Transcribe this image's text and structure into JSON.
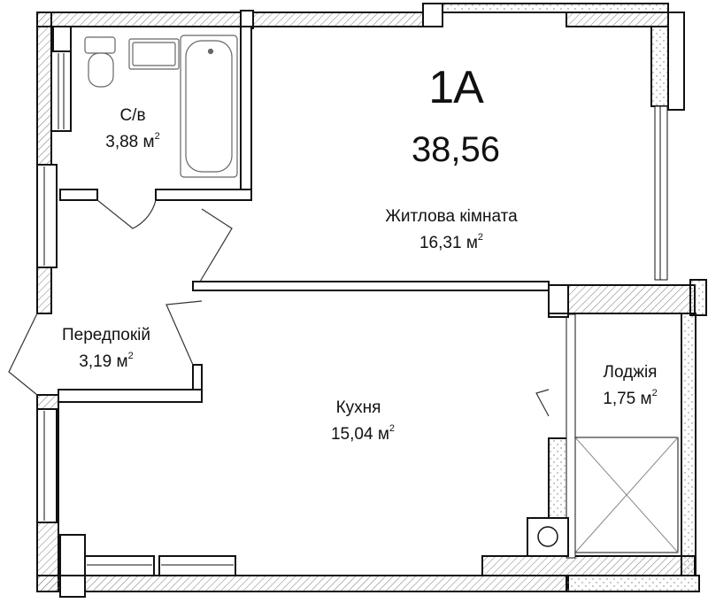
{
  "plan": {
    "apartment_type": "1А",
    "total_area": "38,56",
    "unit": "м",
    "unit_power": "2"
  },
  "rooms": {
    "bathroom": {
      "name": "С/в",
      "area": "3,88"
    },
    "living": {
      "name": "Житлова кімната",
      "area": "16,31"
    },
    "hallway": {
      "name": "Передпокій",
      "area": "3,19"
    },
    "kitchen": {
      "name": "Кухня",
      "area": "15,04"
    },
    "loggia": {
      "name": "Лоджія",
      "area": "1,75"
    }
  },
  "colors": {
    "wall": "#111111",
    "hatch": "#8a8a8a",
    "fixture": "#555555"
  }
}
